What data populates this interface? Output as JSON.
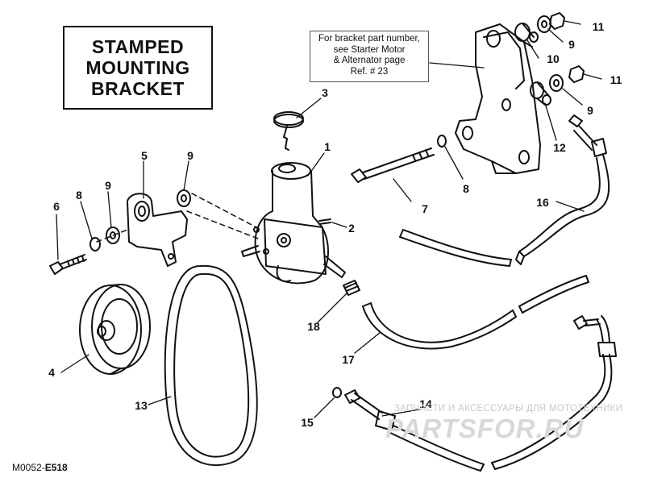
{
  "title": [
    "STAMPED",
    "MOUNTING",
    "BRACKET"
  ],
  "note": [
    "For bracket part number,",
    "see Starter Motor",
    "& Alternator page",
    "Ref. # 23"
  ],
  "figure_id_prefix": "M0052-",
  "figure_id_suffix": "E518",
  "watermark_text": "ЗАПЧАСТИ И АКСЕССУАРЫ ДЛЯ МОТОТЕХНИКИ",
  "watermark_logo": "PARTSFOR.RU",
  "callouts": {
    "c1": "1",
    "c2": "2",
    "c3": "3",
    "c4": "4",
    "c5": "5",
    "c6": "6",
    "c7": "7",
    "c8a": "8",
    "c8b": "8",
    "c9a": "9",
    "c9b": "9",
    "c9c": "9",
    "c9d": "9",
    "c10": "10",
    "c11a": "11",
    "c11b": "11",
    "c12": "12",
    "c13": "13",
    "c14": "14",
    "c15": "15",
    "c16": "16",
    "c17": "17",
    "c18": "18"
  }
}
